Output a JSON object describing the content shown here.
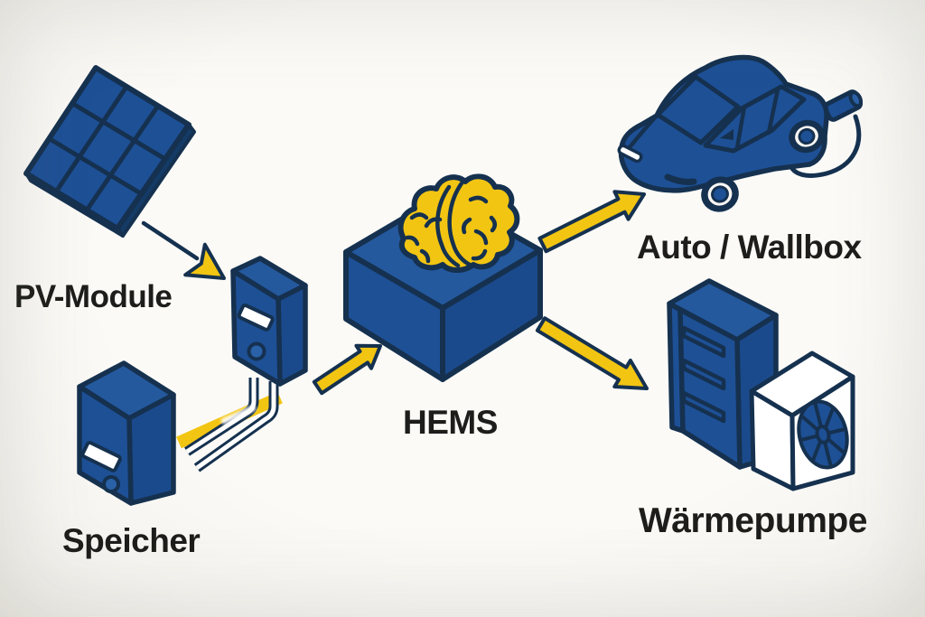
{
  "diagram": {
    "type": "energy-flow-diagram",
    "nodes": [
      {
        "id": "pv-module",
        "label": "PV-Module",
        "icon": "solar-panel-icon"
      },
      {
        "id": "speicher",
        "label": "Speicher",
        "icon": "battery-storage-icon"
      },
      {
        "id": "inverter-device",
        "icon": "inverter-icon"
      },
      {
        "id": "hems",
        "label": "HEMS",
        "icon": "hems-cube-brain-icon"
      },
      {
        "id": "auto-wallbox",
        "label": "Auto / Wallbox",
        "icon": "ev-car-charging-icon"
      },
      {
        "id": "waermepumpe",
        "label": "Wärmepumpe",
        "icon": "heat-pump-icon"
      }
    ],
    "connections": [
      {
        "from": "pv-module",
        "to": "inverter-device",
        "style": "thin-line-arrow"
      },
      {
        "from": "speicher",
        "to": "inverter-device",
        "style": "cable-yellow-ribbon"
      },
      {
        "from": "inverter-device",
        "to": "hems",
        "style": "yellow-block-arrow"
      },
      {
        "from": "hems",
        "to": "auto-wallbox",
        "style": "yellow-block-arrow"
      },
      {
        "from": "hems",
        "to": "waermepumpe",
        "style": "yellow-block-arrow"
      }
    ]
  },
  "colors": {
    "primary_blue": "#1E5096",
    "outline_navy": "#15314F",
    "accent_yellow": "#F2C513",
    "label_text": "#1D1D1B",
    "background": "#F8F6F3",
    "white": "#FFFFFF"
  }
}
